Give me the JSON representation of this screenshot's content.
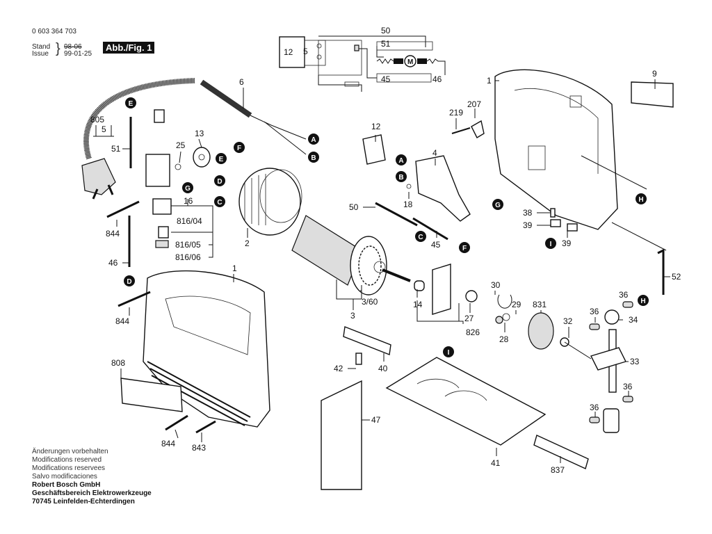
{
  "header": {
    "part_number": "0 603 364 703",
    "stand_label": "Stand",
    "issue_label": "Issue",
    "stand_value_struck": "98-06",
    "issue_value": "99-01-25",
    "figure_badge": "Abb./Fig. 1"
  },
  "circuit": {
    "labels": [
      "12",
      "5",
      "50",
      "51",
      "45",
      "46"
    ],
    "motor_symbol": "M"
  },
  "callouts": [
    "A",
    "B",
    "C",
    "D",
    "E",
    "F",
    "G",
    "H",
    "I"
  ],
  "parts": [
    {
      "id": "p6",
      "label": "6"
    },
    {
      "id": "p805",
      "label": "805"
    },
    {
      "id": "p5",
      "label": "5"
    },
    {
      "id": "p51",
      "label": "51"
    },
    {
      "id": "p13",
      "label": "13"
    },
    {
      "id": "p25",
      "label": "25"
    },
    {
      "id": "p16",
      "label": "16"
    },
    {
      "id": "p816_04",
      "label": "816/04"
    },
    {
      "id": "p816_05",
      "label": "816/05"
    },
    {
      "id": "p816_06",
      "label": "816/06"
    },
    {
      "id": "p844a",
      "label": "844"
    },
    {
      "id": "p46",
      "label": "46"
    },
    {
      "id": "p2",
      "label": "2"
    },
    {
      "id": "p12",
      "label": "12"
    },
    {
      "id": "p4",
      "label": "4"
    },
    {
      "id": "p18",
      "label": "18"
    },
    {
      "id": "p50",
      "label": "50"
    },
    {
      "id": "p45",
      "label": "45"
    },
    {
      "id": "p1a",
      "label": "1"
    },
    {
      "id": "p207",
      "label": "207"
    },
    {
      "id": "p219",
      "label": "219"
    },
    {
      "id": "p9",
      "label": "9"
    },
    {
      "id": "p38",
      "label": "38"
    },
    {
      "id": "p39a",
      "label": "39"
    },
    {
      "id": "p39b",
      "label": "39"
    },
    {
      "id": "p52",
      "label": "52"
    },
    {
      "id": "p1b",
      "label": "1"
    },
    {
      "id": "p844b",
      "label": "844"
    },
    {
      "id": "p808",
      "label": "808"
    },
    {
      "id": "p844c",
      "label": "844"
    },
    {
      "id": "p843",
      "label": "843"
    },
    {
      "id": "p3_60",
      "label": "3/60"
    },
    {
      "id": "p3",
      "label": "3"
    },
    {
      "id": "p14",
      "label": "14"
    },
    {
      "id": "p27",
      "label": "27"
    },
    {
      "id": "p30",
      "label": "30"
    },
    {
      "id": "p826",
      "label": "826"
    },
    {
      "id": "p29",
      "label": "29"
    },
    {
      "id": "p28",
      "label": "28"
    },
    {
      "id": "p831",
      "label": "831"
    },
    {
      "id": "p32",
      "label": "32"
    },
    {
      "id": "p36a",
      "label": "36"
    },
    {
      "id": "p36b",
      "label": "36"
    },
    {
      "id": "p34",
      "label": "34"
    },
    {
      "id": "p33",
      "label": "33"
    },
    {
      "id": "p36c",
      "label": "36"
    },
    {
      "id": "p36d",
      "label": "36"
    },
    {
      "id": "p42",
      "label": "42"
    },
    {
      "id": "p40",
      "label": "40"
    },
    {
      "id": "p47",
      "label": "47"
    },
    {
      "id": "p41",
      "label": "41"
    },
    {
      "id": "p837",
      "label": "837"
    }
  ],
  "footer": {
    "lines": [
      "Änderungen vorbehalten",
      "Modifications reserved",
      "Modifications reservees",
      "Salvo modificaciones"
    ],
    "company": "Robert Bosch GmbH",
    "division": "Geschäftsbereich Elektrowerkzeuge",
    "address": "70745 Leinfelden-Echterdingen"
  }
}
